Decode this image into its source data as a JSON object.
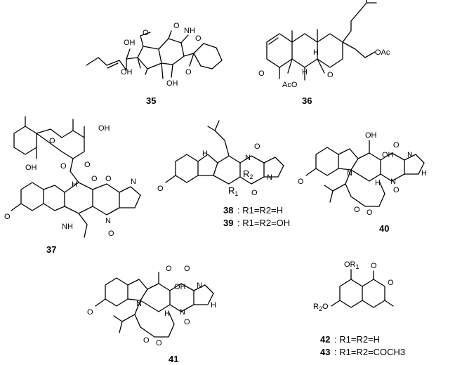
{
  "atoms": {
    "oh": "OH",
    "o": "O",
    "nh": "NH",
    "h": "H",
    "n": "N",
    "oac": "OAc",
    "aco": "AcO",
    "r1": "R",
    "r2": "R",
    "sub1": "1",
    "sub2": "2",
    "or1": "OR",
    "r2o": "R",
    "r2o_tail": "O"
  },
  "compounds": {
    "c35": "35",
    "c36": "36",
    "c37": "37",
    "c38": "38",
    "c39": "39",
    "c40": "40",
    "c41": "41",
    "c42": "42",
    "c43": "43"
  },
  "captions": {
    "c38": ": R1=R2=H",
    "c39": ": R1=R2=OH",
    "c42": ": R1=R2=H",
    "c43": ": R1=R2=COCH3"
  }
}
